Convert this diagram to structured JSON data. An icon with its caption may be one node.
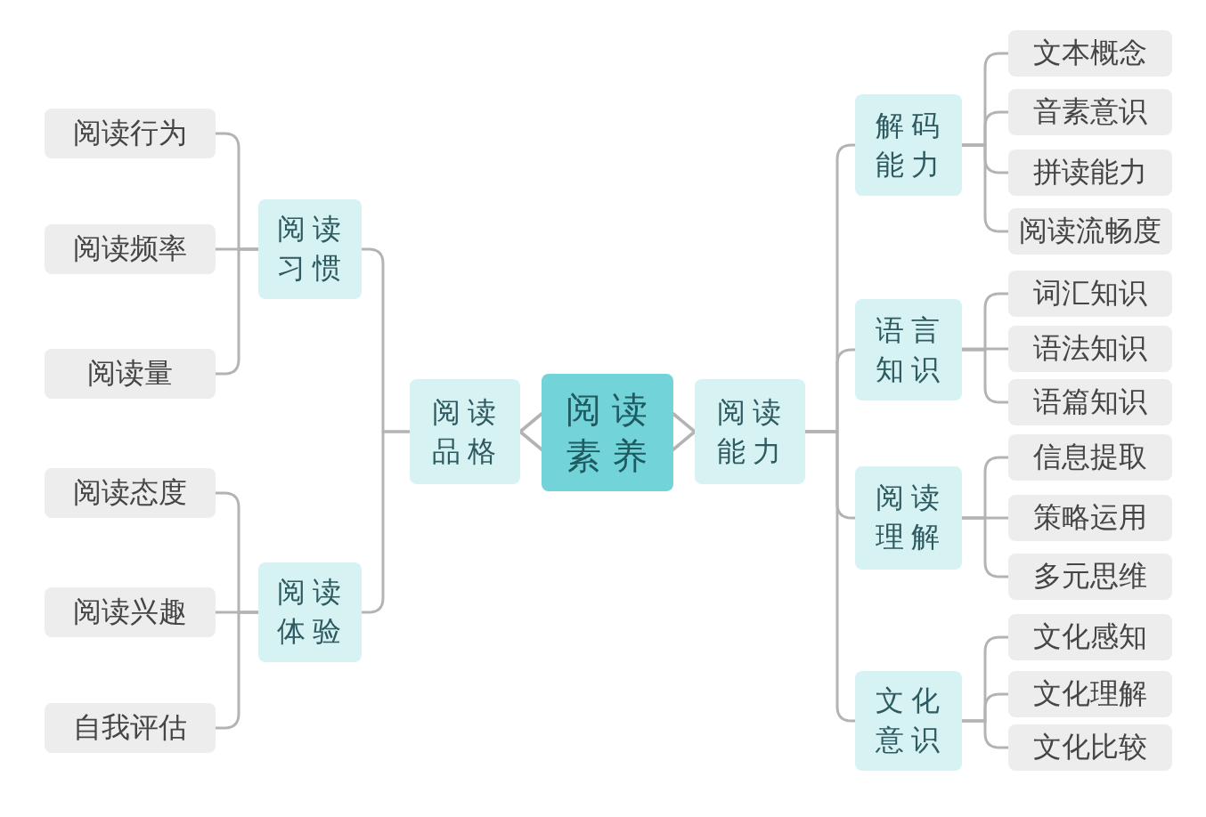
{
  "diagram": {
    "nodes": [
      {
        "text": [
          "阅读素养"
        ]
      },
      {
        "text": [
          "阅读品格"
        ]
      },
      {
        "text": [
          "阅读习惯"
        ]
      },
      {
        "text": [
          "阅读行为"
        ]
      },
      {
        "text": [
          "阅读频率"
        ]
      },
      {
        "text": [
          "阅读量"
        ]
      },
      {
        "text": [
          "阅读体验"
        ]
      },
      {
        "text": [
          "阅读态度"
        ]
      },
      {
        "text": [
          "阅读兴趣"
        ]
      },
      {
        "text": [
          "自我评估"
        ]
      },
      {
        "text": [
          "阅读能力"
        ]
      },
      {
        "text": [
          "解码能力"
        ]
      },
      {
        "text": [
          "文本概念"
        ]
      },
      {
        "text": [
          "音素意识"
        ]
      },
      {
        "text": [
          "拼读能力"
        ]
      },
      {
        "text": [
          "阅读流畅度"
        ]
      },
      {
        "text": [
          "语言知识"
        ]
      },
      {
        "text": [
          "词汇知识"
        ]
      },
      {
        "text": [
          "语法知识"
        ]
      },
      {
        "text": [
          "语篇知识"
        ]
      },
      {
        "text": [
          "阅读理解"
        ]
      },
      {
        "text": [
          "信息提取"
        ]
      },
      {
        "text": [
          "策略运用"
        ]
      },
      {
        "text": [
          "多元思维"
        ]
      },
      {
        "text": [
          "文化意识"
        ]
      },
      {
        "text": [
          "文化感知"
        ]
      },
      {
        "text": [
          "文化理解"
        ]
      },
      {
        "text": [
          "文化比较"
        ]
      }
    ],
    "edges": [
      {
        "from": 0,
        "to": 1,
        "arrow": "to"
      },
      {
        "from": 0,
        "to": 10,
        "arrow": "to"
      },
      {
        "from": 1,
        "to": 2,
        "arrow": "none"
      },
      {
        "from": 1,
        "to": 6,
        "arrow": "none"
      },
      {
        "from": 2,
        "to": 3,
        "arrow": "none"
      },
      {
        "from": 2,
        "to": 4,
        "arrow": "none"
      },
      {
        "from": 2,
        "to": 5,
        "arrow": "none"
      },
      {
        "from": 6,
        "to": 7,
        "arrow": "none"
      },
      {
        "from": 6,
        "to": 8,
        "arrow": "none"
      },
      {
        "from": 6,
        "to": 9,
        "arrow": "none"
      },
      {
        "from": 10,
        "to": 11,
        "arrow": "none"
      },
      {
        "from": 10,
        "to": 16,
        "arrow": "none"
      },
      {
        "from": 10,
        "to": 20,
        "arrow": "none"
      },
      {
        "from": 10,
        "to": 24,
        "arrow": "none"
      },
      {
        "from": 11,
        "to": 12,
        "arrow": "none"
      },
      {
        "from": 11,
        "to": 13,
        "arrow": "none"
      },
      {
        "from": 11,
        "to": 14,
        "arrow": "none"
      },
      {
        "from": 11,
        "to": 15,
        "arrow": "none"
      },
      {
        "from": 16,
        "to": 17,
        "arrow": "none"
      },
      {
        "from": 16,
        "to": 18,
        "arrow": "none"
      },
      {
        "from": 16,
        "to": 19,
        "arrow": "none"
      },
      {
        "from": 20,
        "to": 21,
        "arrow": "none"
      },
      {
        "from": 20,
        "to": 22,
        "arrow": "none"
      },
      {
        "from": 20,
        "to": 23,
        "arrow": "none"
      },
      {
        "from": 24,
        "to": 25,
        "arrow": "none"
      },
      {
        "from": 24,
        "to": 26,
        "arrow": "none"
      },
      {
        "from": 24,
        "to": 27,
        "arrow": "none"
      }
    ]
  }
}
